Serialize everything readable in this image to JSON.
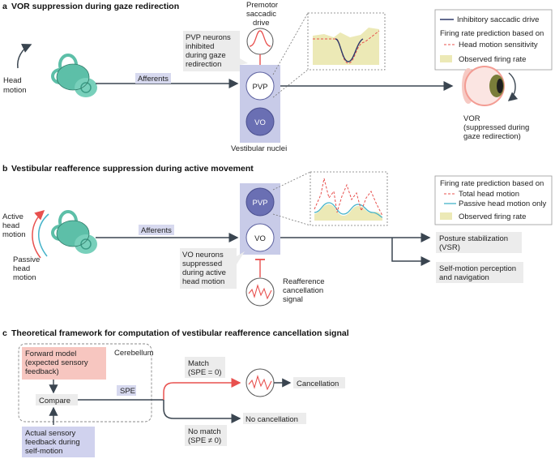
{
  "panel_a": {
    "letter": "a",
    "title": "VOR suppression during gaze redirection",
    "head_motion": [
      "Head",
      "motion"
    ],
    "afferents": "Afferents",
    "premotor": [
      "Premotor",
      "saccadic",
      "drive"
    ],
    "pvp_callout": [
      "PVP neurons",
      "inhibited",
      "during gaze",
      "redirection"
    ],
    "pvp": "PVP",
    "vo": "VO",
    "nuclei": "Vestibular nuclei",
    "vor": [
      "VOR",
      "(suppressed during",
      "gaze redirection)"
    ],
    "legend": {
      "inhibitory": "Inhibitory saccadic drive",
      "pred_heading": "Firing rate prediction based on",
      "head_sensitivity": "Head motion sensitivity",
      "observed": "Observed firing rate"
    }
  },
  "panel_b": {
    "letter": "b",
    "title": "Vestibular reafference suppression during active movement",
    "active": [
      "Active",
      "head",
      "motion"
    ],
    "passive": [
      "Passive",
      "head",
      "motion"
    ],
    "afferents": "Afferents",
    "pvp": "PVP",
    "vo": "VO",
    "vo_callout": [
      "VO neurons",
      "suppressed",
      "during active",
      "head motion"
    ],
    "reafference": [
      "Reafference",
      "cancellation",
      "signal"
    ],
    "posture": [
      "Posture stabilization",
      "(VSR)"
    ],
    "selfmotion": [
      "Self-motion perception",
      "and navigation"
    ],
    "legend": {
      "pred_heading": "Firing rate prediction based on",
      "total": "Total head motion",
      "passive_only": "Passive head motion only",
      "observed": "Observed firing rate"
    }
  },
  "panel_c": {
    "letter": "c",
    "title": "Theoretical framework for computation of vestibular reafference cancellation signal",
    "forward": [
      "Forward model",
      "(expected sensory",
      "feedback)"
    ],
    "cerebellum": "Cerebellum",
    "compare": "Compare",
    "actual": [
      "Actual sensory",
      "feedback during",
      "self-motion"
    ],
    "spe": "SPE",
    "match": [
      "Match",
      "(SPE = 0)"
    ],
    "cancellation": "Cancellation",
    "nomatch": [
      "No match",
      "(SPE ≠ 0)"
    ],
    "nocancellation": "No cancellation"
  },
  "colors": {
    "red": "#e8504e",
    "blue_box": "#c8cbe8",
    "node_dark": "#6a6fb3",
    "callout": "#ececec",
    "observed": "#ece9b6",
    "ear": "#5dbfa8",
    "teal": "#45b3c9",
    "forward_fill": "#f7c6c0",
    "actual_fill": "#d0d2ee",
    "arrow": "#3a4550"
  }
}
